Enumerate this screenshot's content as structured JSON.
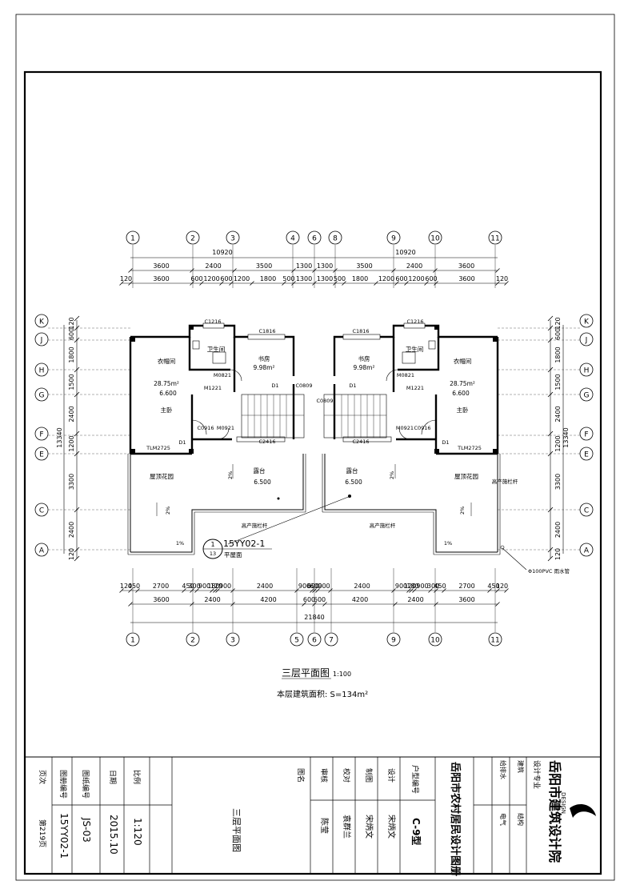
{
  "drawing": {
    "title": "三层平面图",
    "scale": "1:100",
    "area_label": "本层建筑面积: S=134m²",
    "total_width_top_left": "10920",
    "total_width_top_right": "10920",
    "total_width_bottom": "21840",
    "detail_ref_num": "1",
    "detail_ref_sheet": "13",
    "detail_ref_code": "15YY02-1",
    "detail_ref_label": "平屋面",
    "downpipe_note": "Φ100PVC 雨水管",
    "railing_note": "高产施栏杆",
    "rooms": {
      "closet": "衣帽间",
      "closet_area": "28.75m²",
      "level_bed": "6.600",
      "bedroom": "主卧",
      "bath": "卫生间",
      "study": "书房",
      "study_area": "9.98m²",
      "roof_garden": "屋顶花园",
      "terrace": "露台",
      "terrace_level": "6.500",
      "slope": "2%",
      "slope1": "1%"
    },
    "doors": {
      "c1216": "C1216",
      "c1816": "C1816",
      "m0821": "M0821",
      "m1221": "M1221",
      "c0916": "C0916",
      "m0921": "M0921",
      "tlm": "TLM2725",
      "d1": "D1",
      "c2416": "C2416",
      "c0809": "C0809"
    }
  },
  "axes_top": [
    "1",
    "2",
    "3",
    "4",
    "6",
    "8",
    "9",
    "10",
    "11"
  ],
  "axes_bottom": [
    "1",
    "2",
    "3",
    "5",
    "6",
    "7",
    "9",
    "10",
    "11"
  ],
  "axes_side": [
    "K",
    "J",
    "H",
    "G",
    "F",
    "E",
    "C",
    "A"
  ],
  "dims_top_row1": [
    "3600",
    "2400",
    "3500",
    "1300",
    "1300",
    "3500",
    "2400",
    "3600"
  ],
  "dims_top_row2": [
    "120",
    "3600",
    "600",
    "1200",
    "600",
    "1200",
    "1800",
    "500",
    "1300",
    "1300",
    "500",
    "1800",
    "1200",
    "600",
    "1200",
    "600",
    "3600",
    "120"
  ],
  "dims_bottom_row1": [
    "120",
    "450",
    "2700",
    "450",
    "300",
    "900",
    "180",
    "120",
    "900",
    "2400",
    "900",
    "600",
    "600",
    "900",
    "2400",
    "900",
    "120",
    "180",
    "900",
    "300",
    "450",
    "2700",
    "450",
    "120"
  ],
  "dims_bottom_row2": [
    "3600",
    "2400",
    "4200",
    "600",
    "600",
    "4200",
    "2400",
    "3600"
  ],
  "dims_side": [
    "120",
    "600",
    "1800",
    "1500",
    "2400",
    "1200",
    "3300",
    "2400",
    "120"
  ],
  "dims_side_total": "13340",
  "title_block": {
    "institute": "岳阳市建筑设计院",
    "design_word": "DESIGN",
    "series": "岳阳市农村居民设计图册",
    "unit_label": "户型编号",
    "unit_value": "C-9型",
    "role_design": "设计",
    "role_draw": "制图",
    "role_check": "校对",
    "role_review": "审核",
    "name_design": "宋炳文",
    "name_draw": "宋炳文",
    "name_check": "袁群兰",
    "name_review": "陈莹",
    "drawing_name_label": "图名",
    "drawing_name": "三层平面图",
    "discipline": "设计专业",
    "arch": "建筑",
    "struct": "结构",
    "water": "给排水",
    "elec": "电气",
    "scale_label": "比例",
    "scale_value": "1:120",
    "date_label": "日期",
    "date_value": "2015.10",
    "sheet_no_label": "图纸编号",
    "sheet_no_value": "JS-03",
    "set_no_label": "图册编号",
    "set_no_value": "15YY02-1",
    "page_label": "页次",
    "page_value": "第219页"
  }
}
